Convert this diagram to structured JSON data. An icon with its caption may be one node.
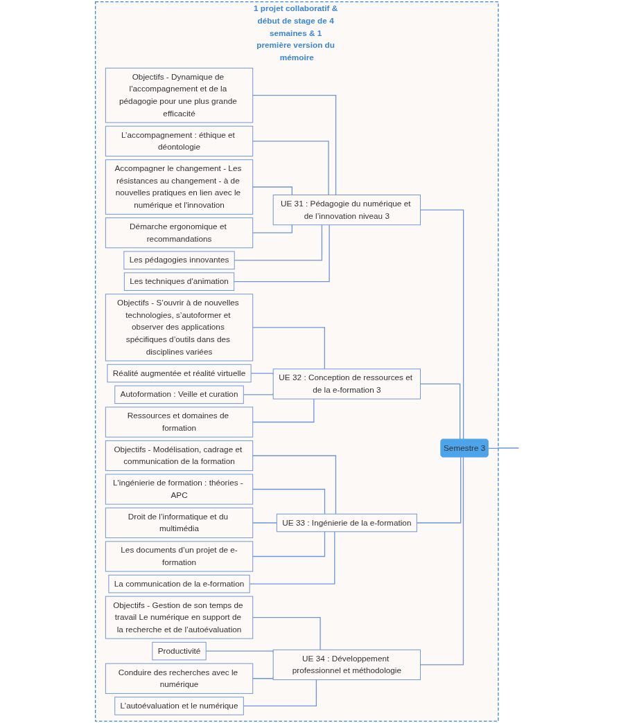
{
  "diagram": {
    "nodes": [
      {
        "text": [
          "1 projet collaboratif & début de stage de 4 semaines & 1 première version du mémoire"
        ]
      },
      {
        "text": [
          "Semestre 3"
        ],
        "in": 0
      },
      {
        "text": [
          "UE 31 : Pédagogie du numérique et de l’innovation niveau 3"
        ],
        "in": 0
      },
      {
        "text": [
          "Objectifs - Dynamique de l'accompagnement et de la pédagogie pour une plus grande efficacité"
        ],
        "in": 0
      },
      {
        "text": [
          "L’accompagnement : éthique et déontologie"
        ],
        "in": 0
      },
      {
        "text": [
          "Accompagner le changement - Les résistances au changement - à de nouvelles pratiques en lien avec le numérique et l'innovation"
        ],
        "in": 0
      },
      {
        "text": [
          "Démarche ergonomique et recommandations"
        ],
        "in": 0
      },
      {
        "text": [
          "Les pédagogies innovantes"
        ],
        "in": 0
      },
      {
        "text": [
          "Les techniques d'animation"
        ],
        "in": 0
      },
      {
        "text": [
          "UE 32 : Conception de ressources et de la e-formation 3"
        ],
        "in": 0
      },
      {
        "text": [
          "Objectifs - S’ouvrir à de nouvelles technologies, s’autoformer et observer des applications spécifiques d’outils dans des disciplines variées"
        ],
        "in": 0
      },
      {
        "text": [
          "Réalité augmentée et réalité virtuelle"
        ],
        "in": 0
      },
      {
        "text": [
          "Autoformation : Veille et curation"
        ],
        "in": 0
      },
      {
        "text": [
          "Ressources et domaines de formation"
        ],
        "in": 0
      },
      {
        "text": [
          "UE 33 : Ingénierie de la e-formation"
        ],
        "in": 0
      },
      {
        "text": [
          "Objectifs - Modélisation, cadrage et communication de la formation"
        ],
        "in": 0
      },
      {
        "text": [
          "L'ingénierie de formation : théories - APC"
        ],
        "in": 0
      },
      {
        "text": [
          "Droit de l’informatique et du multimédia"
        ],
        "in": 0
      },
      {
        "text": [
          "Les documents d’un projet de e-formation"
        ],
        "in": 0
      },
      {
        "text": [
          "La communication de la e-formation"
        ],
        "in": 0
      },
      {
        "text": [
          "UE 34 : Développement professionnel et méthodologie"
        ],
        "in": 0
      },
      {
        "text": [
          "Objectifs - Gestion de son temps de travail Le numérique en support de la recherche et de l’autoévaluation"
        ],
        "in": 0
      },
      {
        "text": [
          "Productivité"
        ],
        "in": 0
      },
      {
        "text": [
          "Conduire des recherches avec le numérique"
        ],
        "in": 0
      },
      {
        "text": [
          "L’autoévaluation et le numérique"
        ],
        "in": 0
      }
    ],
    "edges": [
      {
        "from": 1,
        "to": null,
        "arrow": "none"
      },
      {
        "from": 1,
        "to": 2,
        "arrow": "none"
      },
      {
        "from": 2,
        "to": 3,
        "arrow": "none"
      },
      {
        "from": 2,
        "to": 4,
        "arrow": "none"
      },
      {
        "from": 2,
        "to": 5,
        "arrow": "none"
      },
      {
        "from": 2,
        "to": 6,
        "arrow": "none"
      },
      {
        "from": 2,
        "to": 7,
        "arrow": "none"
      },
      {
        "from": 2,
        "to": 8,
        "arrow": "none"
      },
      {
        "from": 1,
        "to": 9,
        "arrow": "none"
      },
      {
        "from": 9,
        "to": 10,
        "arrow": "none"
      },
      {
        "from": 9,
        "to": 11,
        "arrow": "none"
      },
      {
        "from": 9,
        "to": 12,
        "arrow": "none"
      },
      {
        "from": 9,
        "to": 13,
        "arrow": "none"
      },
      {
        "from": 1,
        "to": 14,
        "arrow": "none"
      },
      {
        "from": 14,
        "to": 15,
        "arrow": "none"
      },
      {
        "from": 14,
        "to": 16,
        "arrow": "none"
      },
      {
        "from": 14,
        "to": 17,
        "arrow": "none"
      },
      {
        "from": 14,
        "to": 18,
        "arrow": "none"
      },
      {
        "from": 14,
        "to": 19,
        "arrow": "none"
      },
      {
        "from": 1,
        "to": 20,
        "arrow": "none"
      },
      {
        "from": 20,
        "to": 21,
        "arrow": "none"
      },
      {
        "from": 20,
        "to": 22,
        "arrow": "none"
      },
      {
        "from": 20,
        "to": 23,
        "arrow": "none"
      },
      {
        "from": 20,
        "to": 24,
        "arrow": "none"
      }
    ]
  }
}
